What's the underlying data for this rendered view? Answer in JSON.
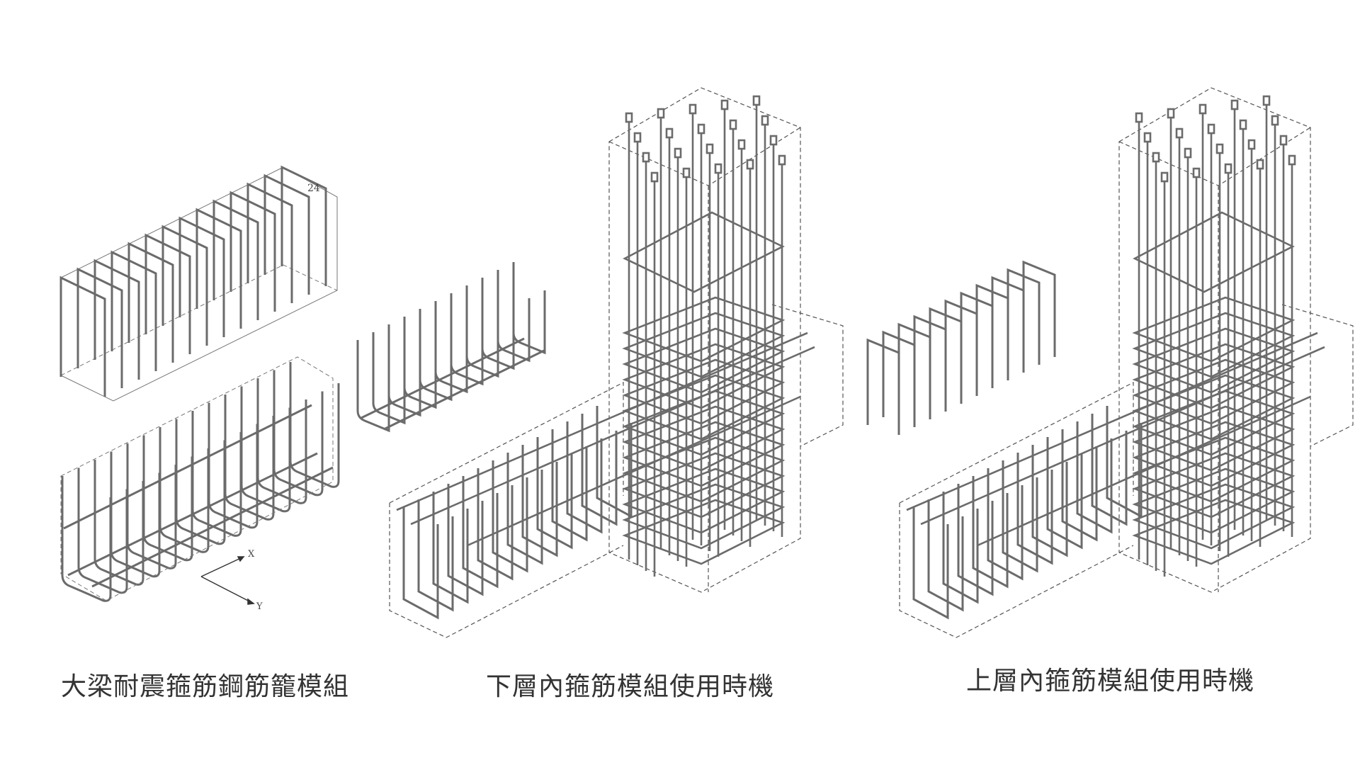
{
  "panels": [
    {
      "caption": "大梁耐震箍筋鋼筋籠模組",
      "count_label": "24"
    },
    {
      "caption": "下層內箍筋模組使用時機"
    },
    {
      "caption": "上層內箍筋模組使用時機"
    }
  ],
  "axis": {
    "x_label": "X",
    "y_label": "Y"
  },
  "colors": {
    "rebar": "#6b6b6b",
    "rebar_fill": "#ffffff",
    "dashed": "#555555",
    "text": "#333333"
  }
}
